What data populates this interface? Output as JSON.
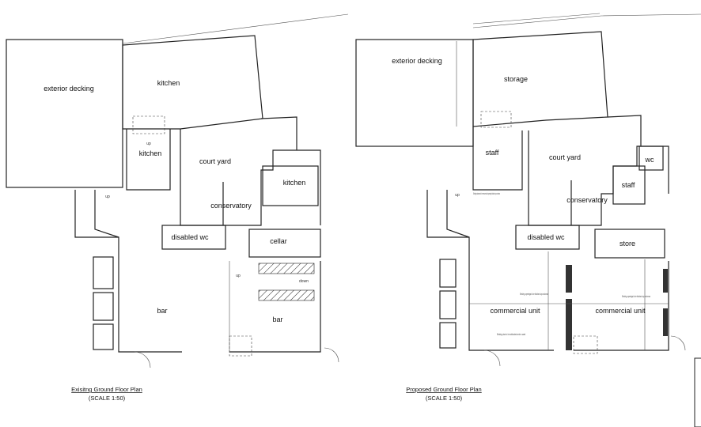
{
  "existing_plan": {
    "caption": "Exisitng Ground Floor Plan",
    "scale": "(SCALE 1:50)",
    "rooms": {
      "exterior_decking": "exterior decking",
      "kitchen_main": "kitchen",
      "kitchen_small": "kitchen",
      "court_yard": "court yard",
      "kitchen_side": "kitchen",
      "conservatory": "conservatory",
      "disabled_wc": "disabled wc",
      "cellar": "cellar",
      "bar_left": "bar",
      "bar_right": "bar"
    },
    "stair_labels": {
      "up": "up",
      "down": "down"
    }
  },
  "proposed_plan": {
    "caption": "Proposed Ground Floor Plan",
    "scale": "(SCALE 1:50)",
    "rooms": {
      "exterior_decking": "exterior decking",
      "storage": "storage",
      "staff_left": "staff",
      "court_yard": "court yard",
      "wc": "wc",
      "staff_right": "staff",
      "conservatory": "conservatory",
      "disabled_wc": "disabled wc",
      "store": "store",
      "commercial_unit_left": "commercial unit",
      "commercial_unit_right": "commercial unit"
    },
    "stair_labels": {
      "up": "up"
    },
    "notes": {
      "staircase": "Existing staircase to be removed and opening blocked up as shown",
      "openings_left": "Existing openings to be blocked up as shown",
      "openings_right": "Existing openings to be blocked up as shown",
      "door": "Existing door to be unblocked and re-used"
    }
  }
}
